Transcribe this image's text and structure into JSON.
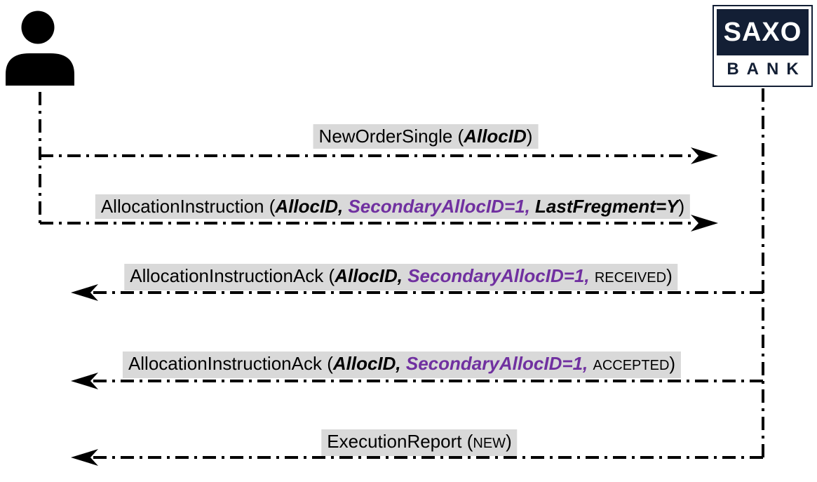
{
  "diagram": {
    "type": "sequence-diagram",
    "actors": {
      "client": {
        "icon": "person-icon"
      },
      "bank": {
        "logo_top": "SAXO",
        "logo_bottom": "BANK"
      }
    },
    "colors": {
      "line": "#000000",
      "label_background": "#D9D9D9",
      "param_purple": "#7030A0",
      "logo_navy": "#131F35"
    },
    "messages": [
      {
        "direction": "client-to-bank",
        "name": "NewOrderSingle",
        "open": " (",
        "alloc_id": "AllocID",
        "close": ")"
      },
      {
        "direction": "client-to-bank",
        "name": "AllocationInstruction",
        "open": " (",
        "alloc_id": "AllocID,",
        "secondary_alloc_id": " SecondaryAllocID=1,",
        "last_fragment": " LastFregment=Y",
        "close": ")"
      },
      {
        "direction": "bank-to-client",
        "name": "AllocationInstructionAck",
        "open": " (",
        "alloc_id": "AllocID,",
        "secondary_alloc_id": " SecondaryAllocID=1, ",
        "status": "RECEIVED",
        "close": ")"
      },
      {
        "direction": "bank-to-client",
        "name": "AllocationInstructionAck",
        "open": " (",
        "alloc_id": "AllocID,",
        "secondary_alloc_id": " SecondaryAllocID=1, ",
        "status": "ACCEPTED",
        "close": ")"
      },
      {
        "direction": "bank-to-client",
        "name": "ExecutionReport",
        "open": " (",
        "status": "NEW",
        "close": ")"
      }
    ]
  }
}
